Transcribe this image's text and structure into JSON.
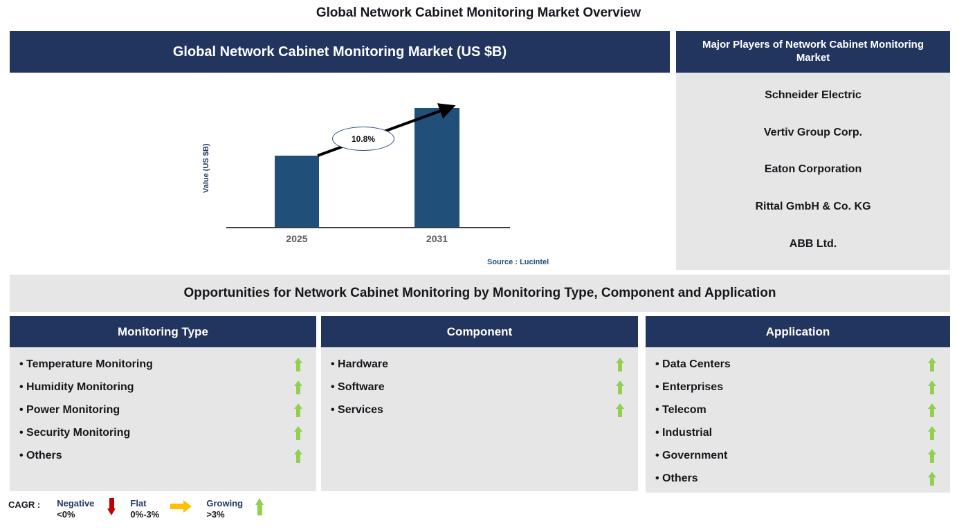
{
  "page_title": "Global Network Cabinet Monitoring Market Overview",
  "colors": {
    "navy": "#22355f",
    "bar_blue": "#20507a",
    "panel_gray": "#e6e6e6",
    "growing_green": "#92d050",
    "flat_yellow": "#ffc000",
    "negative_red": "#c00000"
  },
  "chart_panel": {
    "header": "Global Network Cabinet Monitoring Market (US $B)",
    "source": "Source : Lucintel"
  },
  "chart_data": {
    "type": "bar",
    "title": "Global Network Cabinet Monitoring Market (US $B)",
    "xlabel": "",
    "ylabel": "Value (US $B)",
    "categories": [
      "2025",
      "2031"
    ],
    "values": [
      103,
      172
    ],
    "bar_pixel_heights": [
      103,
      172
    ],
    "annotation": {
      "label": "10.8%",
      "meaning": "CAGR 2025-2031",
      "from_category": "2025",
      "to_category": "2031"
    },
    "grid": false,
    "legend": "none",
    "axis_values_shown": false
  },
  "players_panel": {
    "header": "Major Players of Network Cabinet Monitoring Market",
    "items": [
      "Schneider Electric",
      "Vertiv Group Corp.",
      "Eaton Corporation",
      "Rittal GmbH & Co. KG",
      "ABB Ltd."
    ]
  },
  "opportunities": {
    "band_title": "Opportunities for Network Cabinet Monitoring by Monitoring Type, Component and Application",
    "columns": [
      {
        "header": "Monitoring Type",
        "items": [
          {
            "label": "Temperature Monitoring",
            "trend": "growing"
          },
          {
            "label": "Humidity Monitoring",
            "trend": "growing"
          },
          {
            "label": "Power Monitoring",
            "trend": "growing"
          },
          {
            "label": "Security Monitoring",
            "trend": "growing"
          },
          {
            "label": "Others",
            "trend": "growing"
          }
        ]
      },
      {
        "header": "Component",
        "items": [
          {
            "label": "Hardware",
            "trend": "growing"
          },
          {
            "label": "Software",
            "trend": "growing"
          },
          {
            "label": "Services",
            "trend": "growing"
          }
        ]
      },
      {
        "header": "Application",
        "items": [
          {
            "label": "Data Centers",
            "trend": "growing"
          },
          {
            "label": "Enterprises",
            "trend": "growing"
          },
          {
            "label": "Telecom",
            "trend": "growing"
          },
          {
            "label": "Industrial",
            "trend": "growing"
          },
          {
            "label": "Government",
            "trend": "growing"
          },
          {
            "label": "Others",
            "trend": "growing"
          }
        ]
      }
    ]
  },
  "cagr_legend": {
    "title": "CAGR :",
    "items": [
      {
        "name": "Negative",
        "range": "<0%",
        "icon": "arrow-down-icon"
      },
      {
        "name": "Flat",
        "range": "0%-3%",
        "icon": "arrow-right-icon"
      },
      {
        "name": "Growing",
        "range": ">3%",
        "icon": "arrow-up-icon"
      }
    ]
  }
}
